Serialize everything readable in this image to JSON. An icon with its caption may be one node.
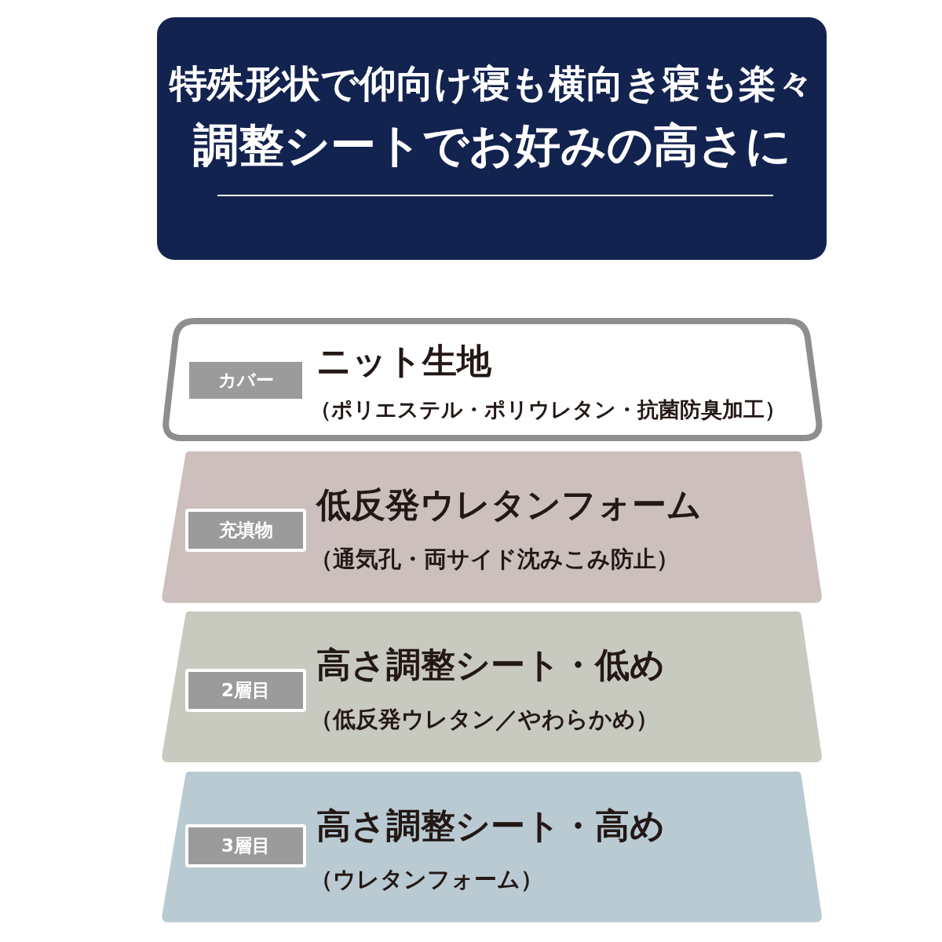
{
  "diagram": {
    "nodes": [
      {
        "text": [
          "特殊形状で仰向け寝も横向き寝も楽々",
          "調整シートでお好みの高さに"
        ]
      },
      {
        "text": [
          "ニット生地",
          "（ポリエステル・ポリウレタン・抗菌防臭加工）"
        ]
      },
      {
        "text": [
          "カバー"
        ],
        "in": 1
      },
      {
        "text": [
          "低反発ウレタンフォーム",
          "（通気孔・両サイド沈みこみ防止）"
        ]
      },
      {
        "text": [
          "充填物"
        ],
        "in": 3
      },
      {
        "text": [
          "高さ調整シート・低め",
          "（低反発ウレタン／やわらかめ）"
        ]
      },
      {
        "text": [
          "2層目"
        ],
        "in": 5
      },
      {
        "text": [
          "高さ調整シート・高め",
          "（ウレタンフォーム）"
        ]
      },
      {
        "text": [
          "3層目"
        ],
        "in": 7
      }
    ]
  }
}
